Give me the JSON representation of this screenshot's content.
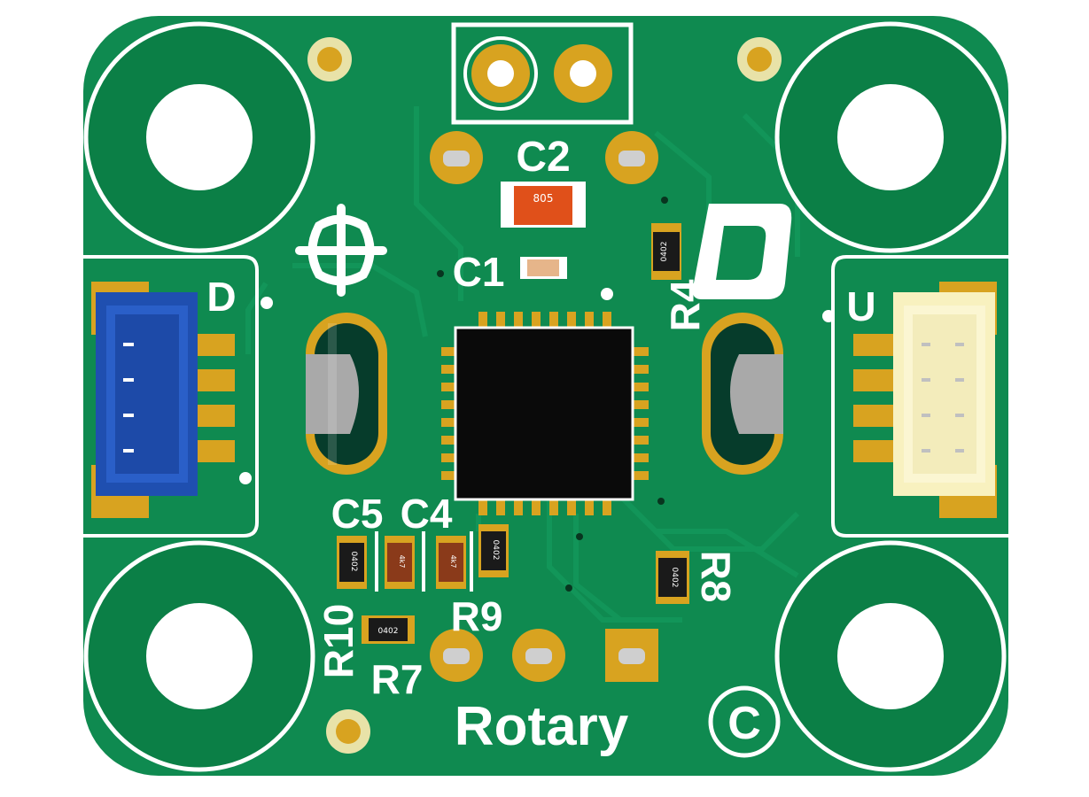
{
  "board": {
    "title": "Rotary",
    "copyright": "©",
    "port_down": "D",
    "port_up": "U",
    "logo_letter": "D"
  },
  "designators": {
    "c1": "C1",
    "c2": "C2",
    "c4": "C4",
    "c5": "C5",
    "r4": "R4",
    "r7": "R7",
    "r8": "R8",
    "r9": "R9",
    "r10": "R10"
  },
  "package_labels": {
    "c2": "805",
    "r4": "0402",
    "r7": "0402",
    "r8": "0402",
    "r9": "0402",
    "r10": "0402",
    "c4": "4k7",
    "c5": "4k7"
  },
  "colors": {
    "pcb": "#0f8a50",
    "trace": "#13975a",
    "silkscreen": "#ffffff",
    "gold": "#d8a320",
    "chip": "#0a0a0a",
    "connector_down": "#1f4fb0",
    "connector_up": "#f8f1bf",
    "capacitor_c2": "#e0501a"
  }
}
